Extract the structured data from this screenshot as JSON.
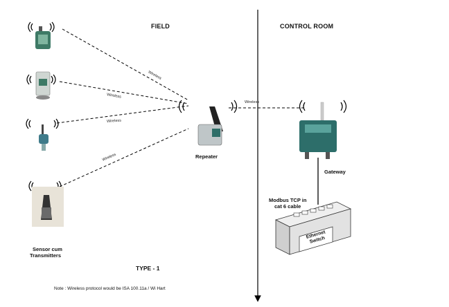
{
  "sections": {
    "field": "FIELD",
    "control_room": "CONTROL ROOM"
  },
  "links": {
    "wireless": "Wireless"
  },
  "devices": {
    "repeater": "Repeater",
    "gateway": "Gateway",
    "switch_label": "Ethernet Switch",
    "sensors_line1": "Sensor cum",
    "sensors_line2": "Transmitters"
  },
  "modbus": {
    "line1": "Modbus TCP in",
    "line2": "cat 6 cable"
  },
  "type_label": "TYPE - 1",
  "note": "Note : Wireless protocol would be ISA 100.11a / Wi Hart",
  "colors": {
    "device_teal": "#2f6e68",
    "gateway_teal": "#2d6e6a",
    "switch_grey": "#d9d9d9",
    "line": "#000000"
  }
}
